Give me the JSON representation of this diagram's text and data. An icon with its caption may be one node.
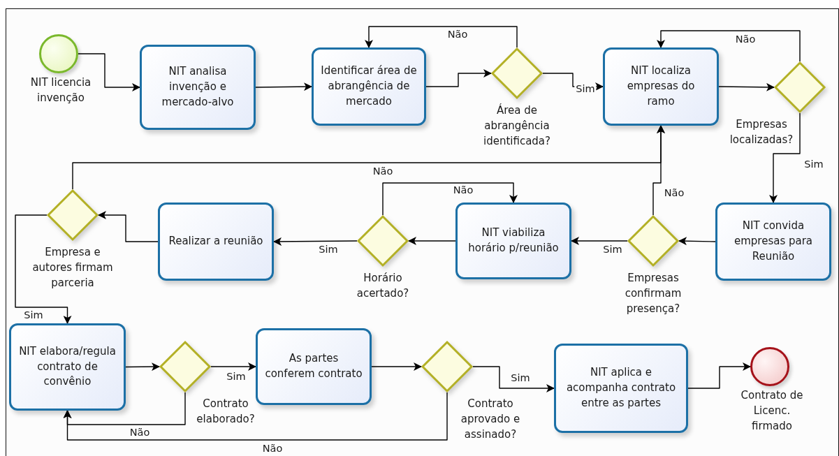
{
  "diagram": {
    "nodes": [
      {
        "text": [
          "NIT licencia invenção"
        ]
      },
      {
        "text": [
          "NIT analisa invenção e mercado-alvo"
        ]
      },
      {
        "text": [
          "Identificar área de abrangência de mercado"
        ]
      },
      {
        "text": [
          "Área de abrangência identificada?"
        ]
      },
      {
        "text": [
          "NIT localiza empresas do ramo"
        ]
      },
      {
        "text": [
          "Empresas localizadas?"
        ]
      },
      {
        "text": [
          "NIT convida empresas para Reunião"
        ]
      },
      {
        "text": [
          "Empresas confirmam presença?"
        ]
      },
      {
        "text": [
          "NIT viabiliza horário p/reunião"
        ]
      },
      {
        "text": [
          "Horário acertado?"
        ]
      },
      {
        "text": [
          "Realizar a reunião"
        ]
      },
      {
        "text": [
          "Empresa e autores firmam parceria"
        ]
      },
      {
        "text": [
          "NIT elabora/regula contrato de convênio"
        ]
      },
      {
        "text": [
          "Contrato elaborado?"
        ]
      },
      {
        "text": [
          "As partes conferem contrato"
        ]
      },
      {
        "text": [
          "Contrato aprovado e assinado?"
        ]
      },
      {
        "text": [
          "NIT aplica e acompanha contrato entre as partes"
        ]
      },
      {
        "text": [
          "Contrato de Licenc. firmado"
        ]
      }
    ],
    "edges": [
      {
        "from": 0,
        "to": 1,
        "arrow": "to"
      },
      {
        "from": 1,
        "to": 2,
        "arrow": "to"
      },
      {
        "from": 2,
        "to": 3,
        "arrow": "to"
      },
      {
        "from": 3,
        "to": 2,
        "arrow": "to",
        "label": "Não"
      },
      {
        "from": 3,
        "to": 4,
        "arrow": "to",
        "label": "Sim"
      },
      {
        "from": 4,
        "to": 5,
        "arrow": "to"
      },
      {
        "from": 5,
        "to": 4,
        "arrow": "to",
        "label": "Não"
      },
      {
        "from": 5,
        "to": 6,
        "arrow": "to",
        "label": "Sim"
      },
      {
        "from": 6,
        "to": 7,
        "arrow": "to"
      },
      {
        "from": 7,
        "to": 8,
        "arrow": "to",
        "label": "Sim"
      },
      {
        "from": 7,
        "to": 4,
        "arrow": "to",
        "label": "Não"
      },
      {
        "from": 8,
        "to": 9,
        "arrow": "to"
      },
      {
        "from": 9,
        "to": 8,
        "arrow": "to",
        "label": "Não"
      },
      {
        "from": 9,
        "to": 10,
        "arrow": "to",
        "label": "Sim"
      },
      {
        "from": 10,
        "to": 11,
        "arrow": "to"
      },
      {
        "from": 11,
        "to": 4,
        "arrow": "to",
        "label": "Não"
      },
      {
        "from": 11,
        "to": 12,
        "arrow": "to",
        "label": "Sim"
      },
      {
        "from": 12,
        "to": 13,
        "arrow": "to"
      },
      {
        "from": 13,
        "to": 14,
        "arrow": "to",
        "label": "Sim"
      },
      {
        "from": 13,
        "to": 12,
        "arrow": "to",
        "label": "Não"
      },
      {
        "from": 14,
        "to": 15,
        "arrow": "to"
      },
      {
        "from": 15,
        "to": 16,
        "arrow": "to",
        "label": "Sim"
      },
      {
        "from": 15,
        "to": 12,
        "arrow": "to",
        "label": "Não"
      },
      {
        "from": 16,
        "to": 17,
        "arrow": "to"
      }
    ]
  }
}
